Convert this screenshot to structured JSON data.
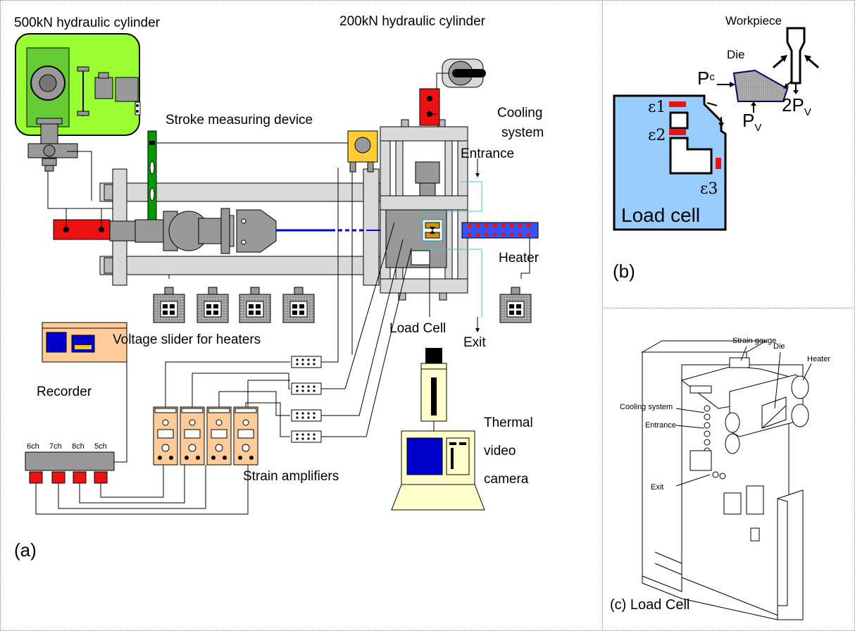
{
  "panel_a": {
    "caption": "(a)",
    "labels": {
      "cyl500": "500kN hydraulic cylinder",
      "cyl200": "200kN hydraulic cylinder",
      "stroke": "Stroke  measuring device",
      "cooling1": "Cooling",
      "cooling2": "system",
      "entrance": "Entrance",
      "heater": "Heater",
      "loadcell": "Load Cell",
      "exit": "Exit",
      "voltage": "Voltage slider for heaters",
      "recorder": "Recorder",
      "amps": "Strain amplifiers",
      "thermal1": "Thermal",
      "thermal2": "video",
      "thermal3": "camera",
      "ch6": "6ch",
      "ch7": "7ch",
      "ch8": "8ch",
      "ch5": "5ch"
    }
  },
  "panel_b": {
    "caption": "(b)",
    "labels": {
      "workpiece": "Workpiece",
      "die": "Die",
      "pc_main": "P",
      "pc_sub": "c",
      "pv_main": "P",
      "pv_sub": "V",
      "twopv_main": "2P",
      "twopv_sub": "V",
      "e1": "ε1",
      "e2": "ε2",
      "e3": "ε3",
      "loadcell": "Load cell"
    }
  },
  "panel_c": {
    "caption": "(c) Load Cell",
    "labels": {
      "strain_gauge": "Strain gauge",
      "die": "Die",
      "heater": "Heater",
      "cooling": "Cooling system",
      "entrance": "Entrance",
      "exit": "Exit"
    }
  },
  "colors": {
    "green": "#99ff33",
    "red": "#ee1111",
    "blue_cell": "#99ccff",
    "orange_amp": "#ffcc99",
    "yellow": "#ffcc33",
    "gray": "#999999",
    "light_gray": "#d9d9d9",
    "dark_green": "#009900",
    "beam_blue": "#0000cc"
  }
}
